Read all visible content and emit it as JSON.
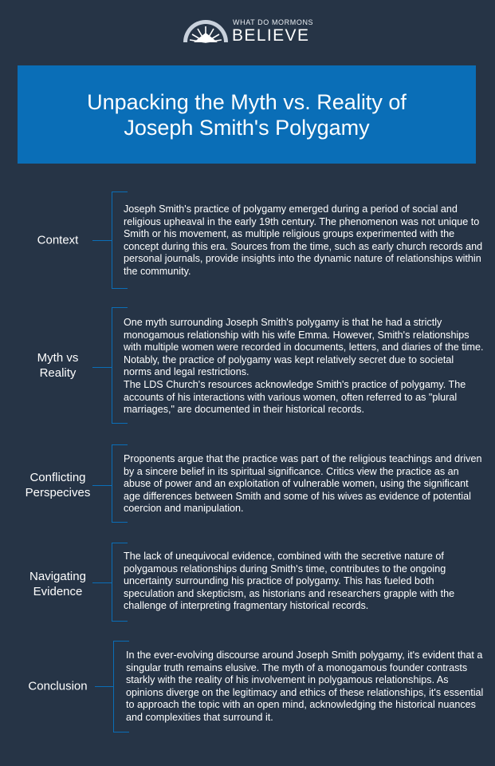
{
  "logo": {
    "small_text": "WHAT DO MORMONS",
    "big_text": "BELIEVE",
    "icon": "sunrise-logo-icon"
  },
  "title": "Unpacking the Myth vs. Reality of Joseph Smith's Polygamy",
  "colors": {
    "background": "#263446",
    "accent": "#0a6eb7",
    "text": "#ffffff"
  },
  "sections": [
    {
      "label": "Context",
      "paragraphs": [
        "Joseph Smith's practice of polygamy emerged during a period of social and religious upheaval in the early 19th century. The phenomenon was not unique to Smith or his movement, as multiple religious groups experimented with the concept during this era. Sources from the time, such as early church records and personal journals, provide insights into the dynamic nature of relationships within the community."
      ]
    },
    {
      "label": "Myth vs Reality",
      "paragraphs": [
        "One myth surrounding Joseph Smith's polygamy is that he had a strictly monogamous relationship with his wife Emma. However, Smith's relationships with multiple women were recorded in documents, letters, and diaries of the time. Notably, the practice of polygamy was kept relatively secret due to societal norms and legal restrictions.",
        "The LDS Church's resources acknowledge Smith's practice of polygamy. The accounts of his interactions with various women, often referred to as \"plural marriages,\" are documented in their historical records."
      ]
    },
    {
      "label": "Conflicting Perspecives",
      "paragraphs": [
        "Proponents argue that the practice was part of the religious teachings and driven by a sincere belief in its spiritual significance. Critics view the practice as an abuse of power and an exploitation of vulnerable women, using the significant age differences between Smith and some of his wives as evidence of potential coercion and manipulation."
      ]
    },
    {
      "label": "Navigating Evidence",
      "paragraphs": [
        "The lack of unequivocal evidence, combined with the secretive nature of polygamous relationships during Smith's time, contributes to the ongoing uncertainty surrounding his practice of polygamy. This has fueled both speculation and skepticism, as historians and researchers grapple with the challenge of interpreting fragmentary historical records."
      ]
    },
    {
      "label": "Conclusion",
      "paragraphs": [
        "In the ever-evolving discourse around Joseph Smith polygamy, it's evident that a singular truth remains elusive. The myth of a monogamous founder contrasts starkly with the reality of his involvement in polygamous relationships. As opinions diverge on the legitimacy and ethics of these relationships, it's essential to approach the topic with an open mind, acknowledging the historical nuances and complexities that surround it."
      ]
    }
  ]
}
